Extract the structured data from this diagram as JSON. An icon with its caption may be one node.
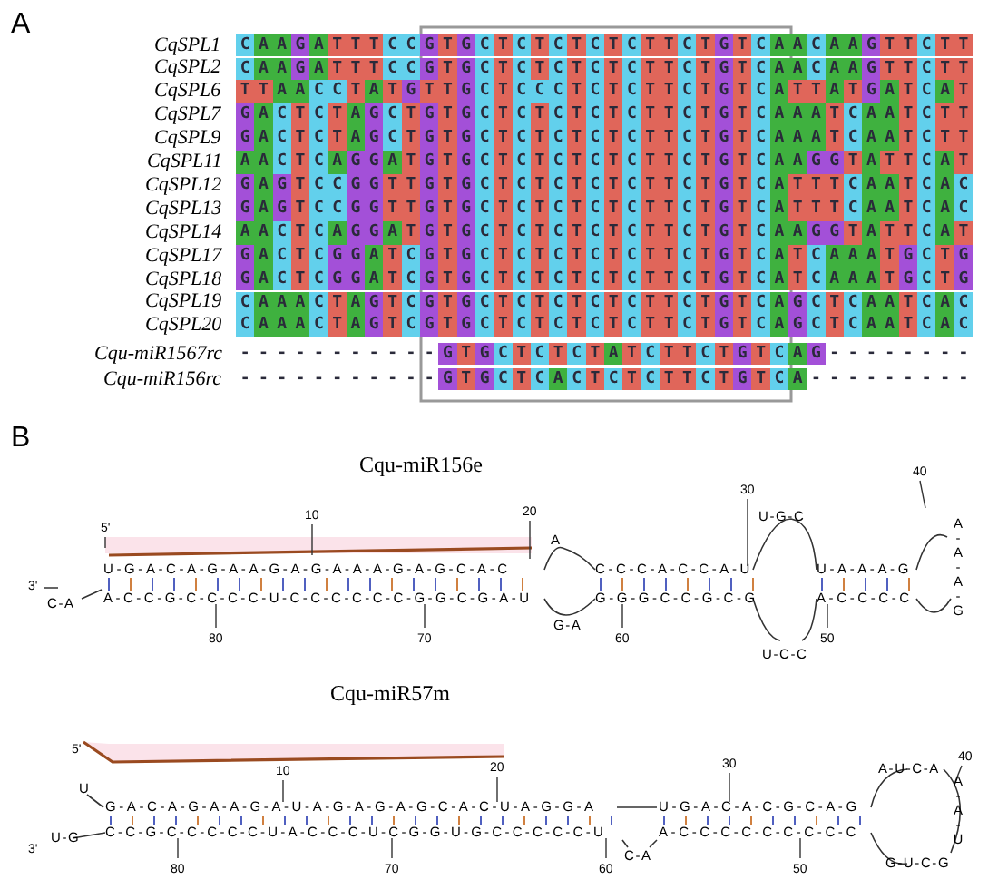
{
  "diagram": {
    "labels": [
      "A",
      "CqSPL1",
      "CqSPL2",
      "CqSPL6",
      "CqSPL7",
      "CqSPL9",
      "CqSPL11",
      "CqSPL12",
      "CqSPL13",
      "CqSPL14",
      "CqSPL17",
      "CqSPL18",
      "CqSPL19",
      "CqSPL20",
      "Cqu-miR1567rc",
      "Cqu-miR156rc",
      "CAAGATTTCCGTGCTCTCTCTCTTCTGTCAACAAGTTCTT",
      "CAAGATTTCCGTGCTCTCTCTCTTCTGTCAACAAGTTCTT",
      "TTAACCTATGTTGCTCCCTCTCTTCTGTCATTATGATCAT",
      "GACTCTAGCTGTGCTCTCTCTCTTCTGTCAAATCAATCTT",
      "GACTCTAGCTGTGCTCTCTCTCTTCTGTCAAATCAATCTT",
      "AACTCAGGATGTGCTCTCTCTCTTCTGTCAAGGTATTCAT",
      "GAGTCCGGTTGTGCTCTCTCTCTTCTGTCATTTCAATCAC",
      "GAGTCCGGTTGTGCTCTCTCTCTTCTGTCATTTCAATCAC",
      "AACTCAGGATGTGCTCTCTCTCTTCTGTCAAGGTATTCAT",
      "GACTCGGATCGTGCTCTCTCTCTTCTGTCATCAAATGCTG",
      "GACTCGGATCGTGCTCTCTCTCTTCTGTCATCAAATGCTG",
      "CAAACTAGTCGTGCTCTCTCTCTTCTGTCAGCTCAATCAC",
      "CAAACTAGTCGTGCTCTCTCTCTTCTGTCAGCTCAATCAC",
      "-----------GTGCTCTCTATCTTCTGTCAG--------",
      "-----------GTGCTCACTCTCTTCTGTCA---------",
      "B",
      "Cqu-miR156e",
      "5'",
      "10",
      "20",
      "30",
      "40",
      "3'",
      "U-G-A-C-A-G-A-A-G-A-G-A-A-A-G-A-G-C-A-C",
      "A",
      "C-C-C-A-C-C-A-U",
      "U-G-C",
      "U-A-A-A-G",
      "A-A-A-G",
      "C-A",
      "A-C-C-G-C-C-C-C-U-C-C-C-C-C-C-G-G-C-G-A-U",
      "G-A",
      "G-G-G-C-C-G-C-G",
      "U-C-C",
      "A-C-C-C-C",
      "80",
      "70",
      "60",
      "50",
      "Cqu-miR57m",
      "5'",
      "10",
      "20",
      "30",
      "40",
      "U",
      "G-A-C-A-G-A-A-G-A-U-A-G-A-G-A-G-C-A-C-U-A-G-G-A",
      "U-G-A-C-A-C-G-C-A-G",
      "A-U-C-A",
      "A-A-U",
      "3'",
      "U-G",
      "C-C-G-C-C-C-C-C-U-A-C-C-C-U-C-G-G-U-G-C-C-C-C-C-U",
      "C-A",
      "A-C-C-C-C-C-C-C-C-C",
      "G-U-C-G",
      "80",
      "70",
      "60",
      "50"
    ]
  }
}
